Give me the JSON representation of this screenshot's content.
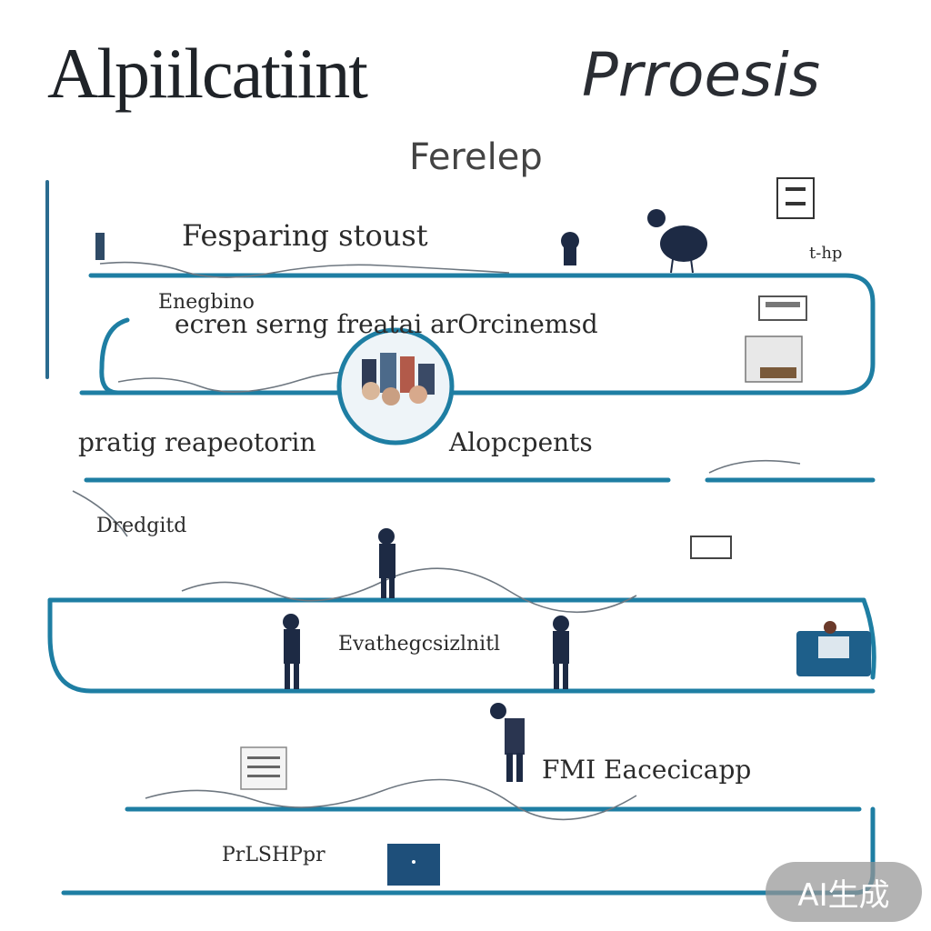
{
  "header": {
    "title_left": "Alpiilcatiint",
    "title_right": "Prroesis",
    "subtitle": "Ferelep"
  },
  "labels": {
    "row1_title": "Fesparing stoust",
    "row1_small_right": "t-hp",
    "row2_small_left": "Enegbino",
    "row2_text": "ecren serng freatai arOrcinemsd",
    "row3_left": "pratig reapeotorin",
    "row3_right": "Alopcpents",
    "row4_left": "Dredgitd",
    "row5_center": "Evathegcsizlnitl",
    "row6_right": "FMI Eacecicapp",
    "row7_left": "PrLSHPpr"
  },
  "watermark": "AI生成",
  "colors": {
    "line_blue": "#1e7ea3",
    "dark_navy": "#1d2a44",
    "text_dark": "#2a2a2a"
  }
}
